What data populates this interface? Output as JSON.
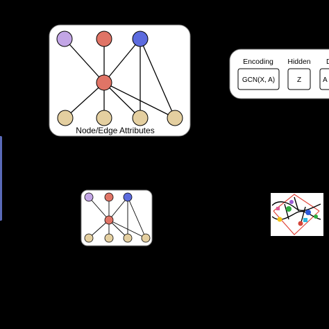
{
  "colors": {
    "background": "#000000",
    "panel": "#ffffff",
    "node_purple": "#c3a6e6",
    "node_red": "#e07466",
    "node_blue": "#5c6bde",
    "node_tan": "#e4cfa0",
    "edge": "#000000"
  },
  "graph_large": {
    "caption": "Node/Edge Attributes"
  },
  "encoder": {
    "stages": [
      {
        "header": "Encoding",
        "box": "GCN(X, A)"
      },
      {
        "header": "Hidden",
        "box": "Z"
      },
      {
        "header": "D",
        "box": "A"
      }
    ]
  },
  "thumbnail": {
    "icon": "molecule-structure-icon"
  }
}
